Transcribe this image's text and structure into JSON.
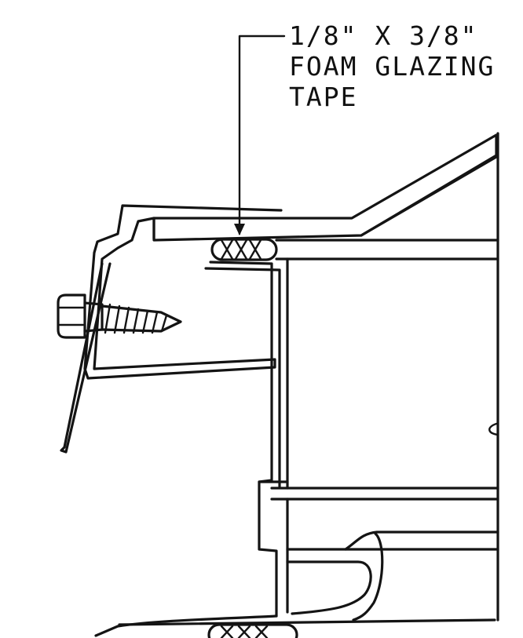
{
  "callout": {
    "line1": "1/8\" X 3/8\"",
    "line2": "FOAM GLAZING",
    "line3": "TAPE"
  },
  "colors": {
    "ink": "#141414",
    "paper": "#ffffff"
  }
}
